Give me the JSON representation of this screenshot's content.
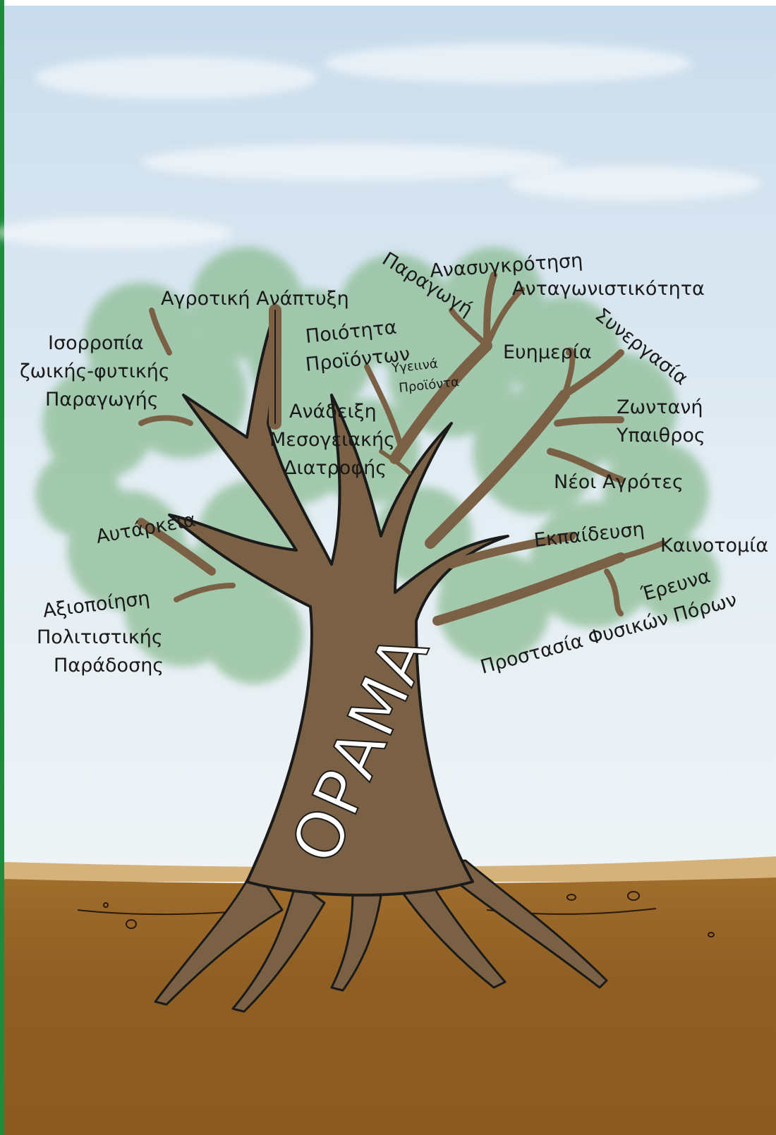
{
  "diagram": {
    "trunk_title": "ΟΡΑΜΑ",
    "labels": {
      "agrotiki": "Αγροτική Ανάπτυξη",
      "isorropia_1": "Ισορροπία",
      "isorropia_2": "ζωικής-φυτικής",
      "isorropia_3": "Παραγωγής",
      "poiotita_1": "Ποιότητα",
      "poiotita_2": "Προϊόντων",
      "ygieina_1": "Υγειινά",
      "ygieina_2": "Προϊόντα",
      "paragogi": "Παραγωγή",
      "anasygkrotisi": "Ανασυγκρότηση",
      "antagonistikotita": "Ανταγωνιστικότητα",
      "evimeria": "Ευημερία",
      "synergasia": "Συνεργασία",
      "anadeixi_1": "Ανάδειξη",
      "anadeixi_2": "Μεσογειακής",
      "anadeixi_3": "Διατροφής",
      "zontani_1": "Ζωντανή",
      "zontani_2": "Υπαιθρος",
      "neoi": "Νέοι Αγρότες",
      "autarkeia": "Αυτάρκεια",
      "ekpaidefsi": "Εκπαίδευση",
      "kainotomia": "Καινοτομία",
      "erevna": "Έρευνα",
      "axiopoiisi_1": "Αξιοποίηση",
      "axiopoiisi_2": "Πολιτιστικής",
      "axiopoiisi_3": "Παράδοσης",
      "prostasia": "Προστασία Φυσικών Πόρων"
    },
    "colors": {
      "sky_top": "#cfe0ef",
      "sky_bottom": "#e7f0f5",
      "foliage": "#8fbf97",
      "trunk": "#7a6145",
      "ground": "#8f5f22",
      "ground_light": "#c99a55",
      "outline": "#1a1a1a",
      "frame": "#1e8a3c"
    }
  }
}
